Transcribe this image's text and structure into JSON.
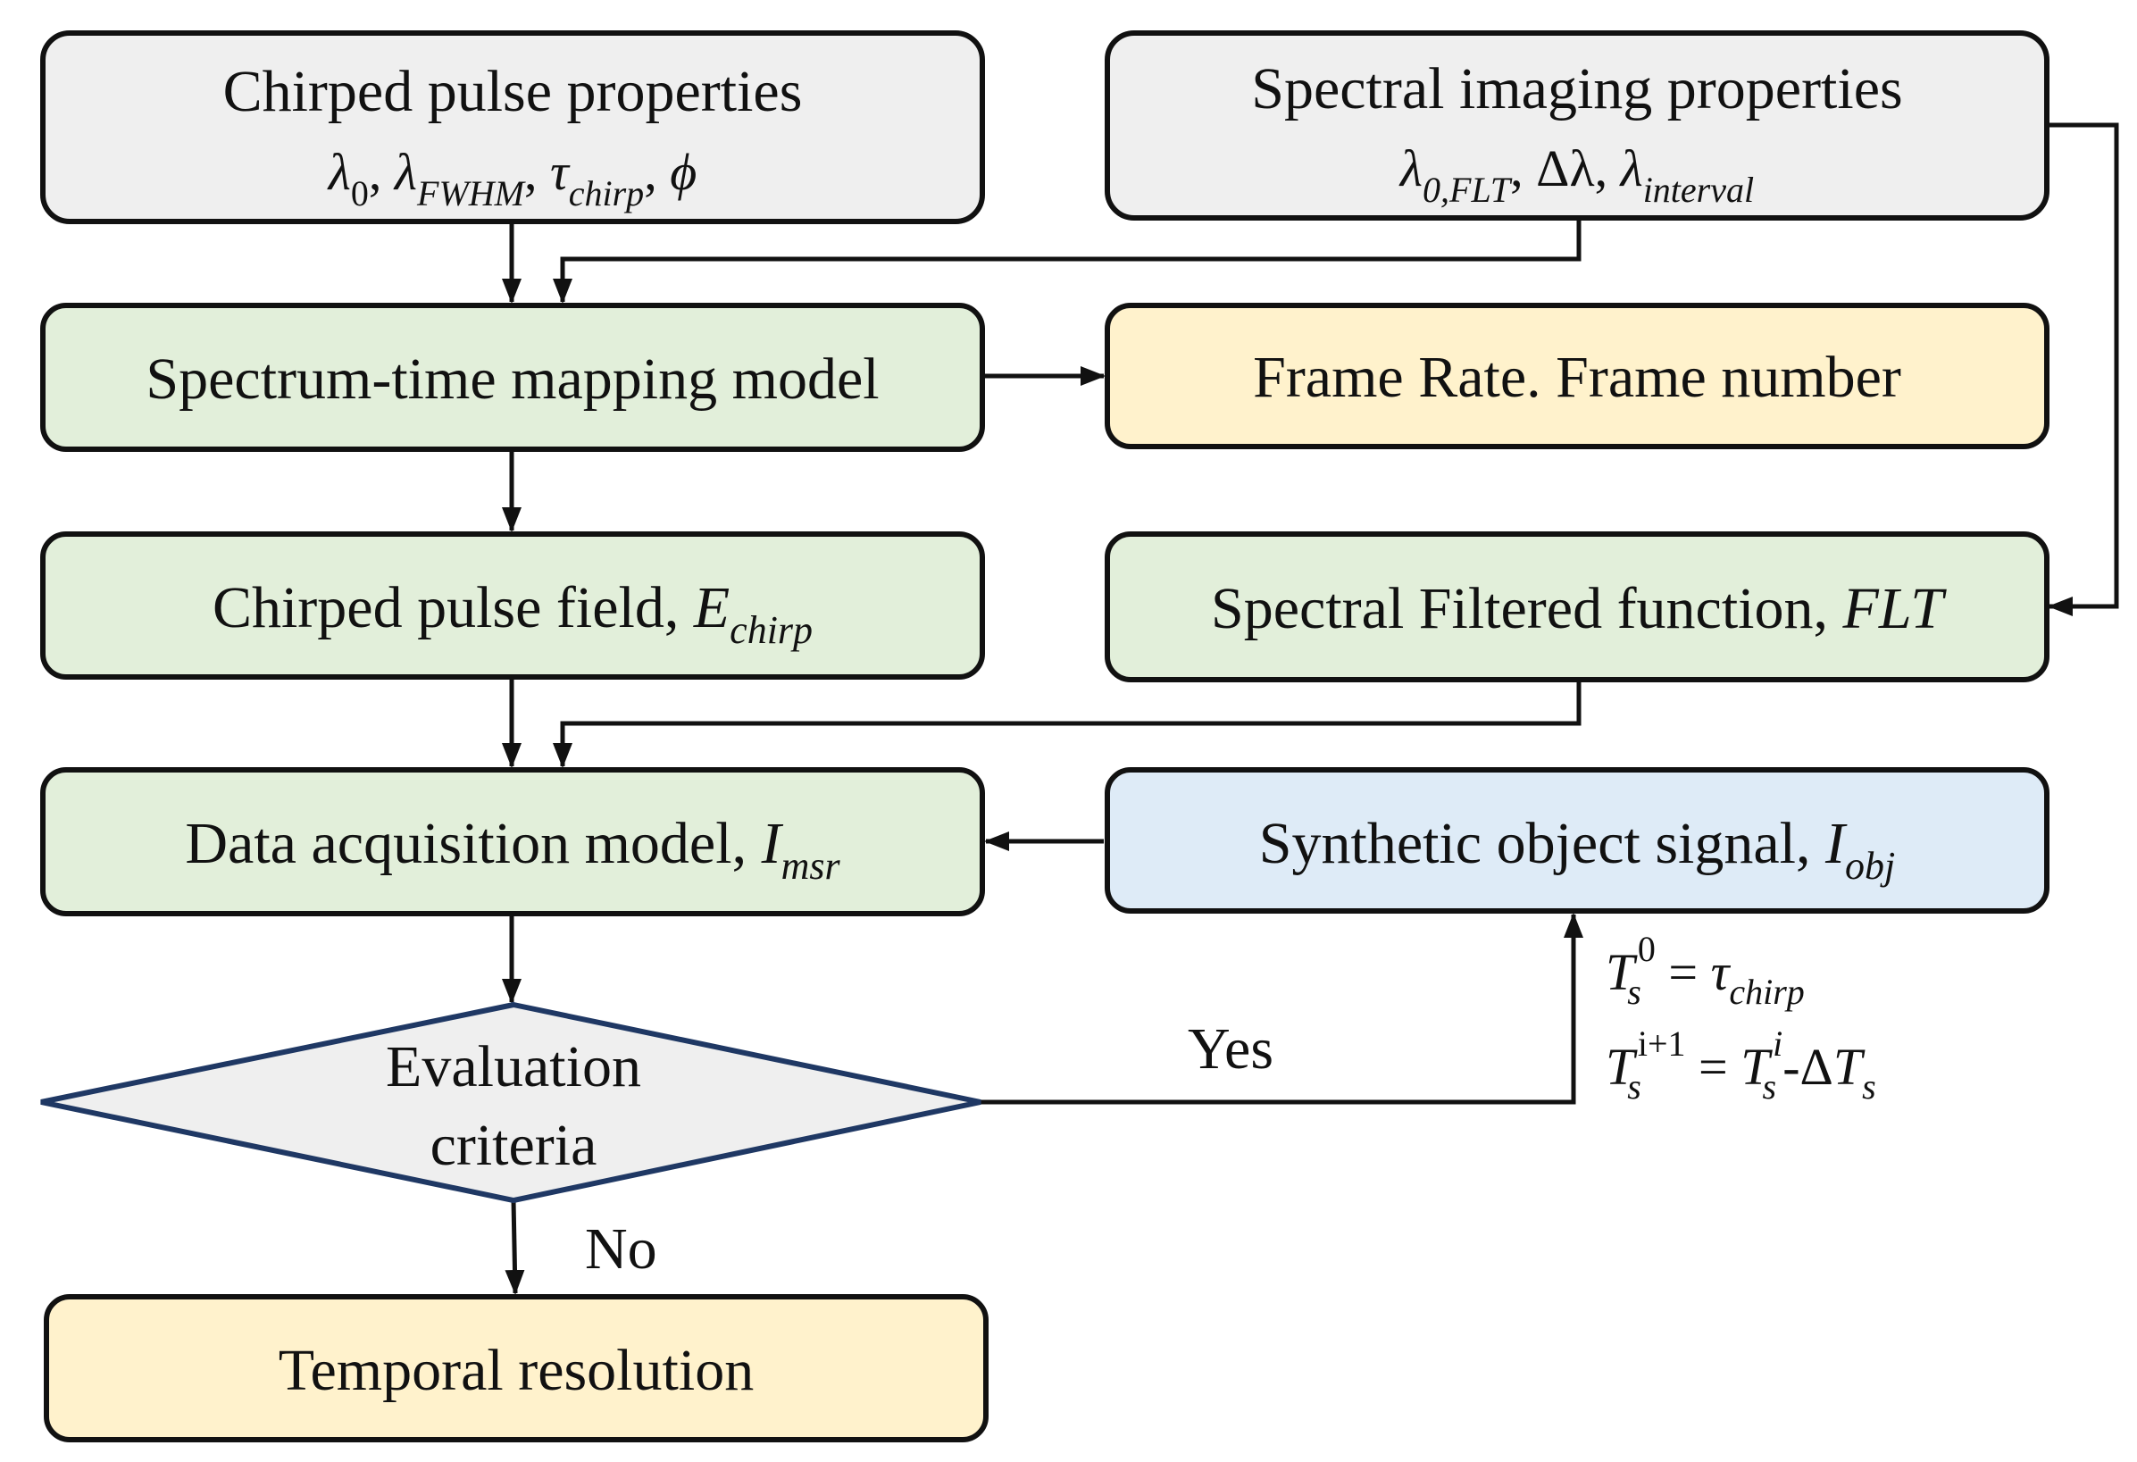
{
  "colors": {
    "gray": "#efefef",
    "green": "#e2efda",
    "yellow": "#fff2cc",
    "blue": "#deebf7",
    "diamond_stroke": "#1f3864"
  },
  "nodes": {
    "chirped_props": {
      "title": "Chirped pulse properties",
      "sym1": "λ",
      "sym1_sub": "0",
      "sep1": ", ",
      "sym2": "λ",
      "sym2_sub": "FWHM",
      "sep2": ", ",
      "sym3": "τ",
      "sym3_sub": "chirp",
      "sep3": ", ",
      "sym4": "ϕ"
    },
    "spectral_props": {
      "title": "Spectral imaging properties",
      "sym1": "λ",
      "sym1_sub": "0,FLT",
      "sep1": ", ",
      "sym2": "Δλ",
      "sep2": ", ",
      "sym3": "λ",
      "sym3_sub": "interval"
    },
    "mapping_model": {
      "label": "Spectrum-time mapping model"
    },
    "frame_rate": {
      "label": "Frame Rate. Frame number"
    },
    "pulse_field": {
      "label": "Chirped pulse field, ",
      "sym": "E",
      "sym_sub": "chirp"
    },
    "filter_fn": {
      "label": "Spectral Filtered function, ",
      "sym": "FLT"
    },
    "acquisition": {
      "label": "Data acquisition model, ",
      "sym": "I",
      "sym_sub": "msr"
    },
    "object_signal": {
      "label": "Synthetic object signal, ",
      "sym": "I",
      "sym_sub": "obj"
    },
    "evaluation": {
      "line1": "Evaluation",
      "line2": "criteria"
    },
    "temporal": {
      "label": "Temporal resolution"
    }
  },
  "edge_labels": {
    "yes": "Yes",
    "no": "No",
    "eq1": {
      "T": "T",
      "s": "s",
      "sup": "0",
      "rhs": " = ",
      "tau": "τ",
      "tau_sub": "chirp"
    },
    "eq2": {
      "T": "T",
      "s": "s",
      "sup": "i+1",
      "rhs": " = ",
      "T2": "T",
      "s2": "s",
      "sup2": "i",
      "minus": "-Δ",
      "T3": "T",
      "s3": "s"
    }
  }
}
